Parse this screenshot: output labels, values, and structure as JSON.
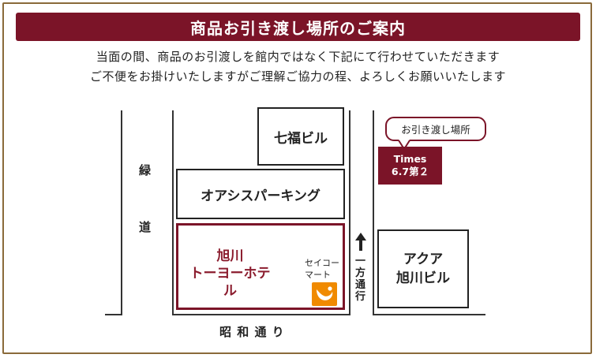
{
  "header": {
    "title": "商品お引き渡し場所のご案内"
  },
  "notice": {
    "line1": "当面の間、商品のお引渡しを館内ではなく下記にて行わせていただきます",
    "line2": "ご不便をお掛けいたしますがご理解ご協力の程、よろしくお願いいたします"
  },
  "map": {
    "buildings": {
      "shichifuku": "七福ビル",
      "oasis_parking": "オアシスパーキング",
      "hotel_line1": "旭川",
      "hotel_line2": "トーヨーホテル",
      "aqua_line1": "アクア",
      "aqua_line2": "旭川ビル"
    },
    "seicomart": {
      "line1": "セイコー",
      "line2": "マート"
    },
    "pickup": {
      "callout": "お引き渡し場所",
      "label_line1": "Times",
      "label_line2": "6.7第２"
    },
    "streets": {
      "midori_1": "緑",
      "midori_2": "道",
      "showa": "昭 和 通 り",
      "one_way": "一方通行"
    },
    "colors": {
      "accent": "#7b1428",
      "hotel_text": "#8b1c2e",
      "seicomart": "#f08a00"
    }
  }
}
